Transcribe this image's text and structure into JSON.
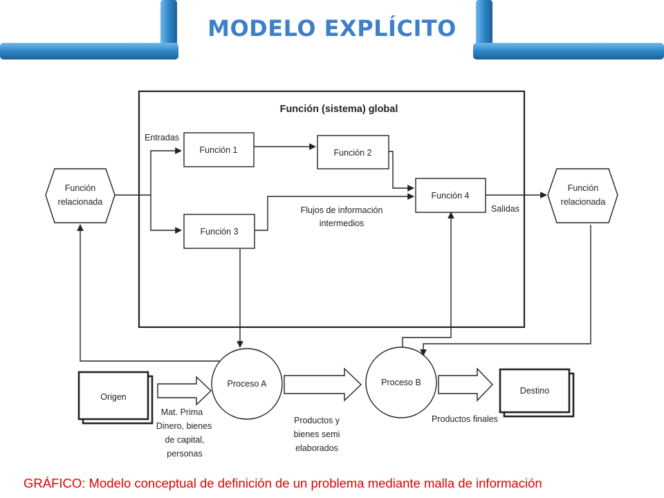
{
  "slide": {
    "title": "MODELO EXPLÍCITO",
    "caption": "GRÁFICO: Modelo conceptual de definición de un problema mediante malla de información"
  },
  "diagram": {
    "system_title": "Función (sistema) global",
    "entradas": "Entradas",
    "salidas": "Salidas",
    "funcion1": "Función 1",
    "funcion2": "Función 2",
    "funcion3": "Función 3",
    "funcion4": "Función 4",
    "flujos_line1": "Flujos  de información",
    "flujos_line2": "intermedios",
    "related_left_line1": "Función",
    "related_left_line2": "relacionada",
    "related_right_line1": "Función",
    "related_right_line2": "relacionada",
    "proceso_a": "Proceso A",
    "proceso_b": "Proceso B",
    "origen": "Origen",
    "destino": "Destino",
    "mat_line1": "Mat. Prima",
    "mat_line2": "Dinero, bienes",
    "mat_line3": "de capital,",
    "mat_line4": "personas",
    "prod_line1": "Productos y",
    "prod_line2": "bienes semi",
    "prod_line3": "elaborados",
    "prod_finales": "Productos finales"
  },
  "colors": {
    "title": "#3d7fc9",
    "caption": "#e00000",
    "frame": "#2f86c8"
  }
}
